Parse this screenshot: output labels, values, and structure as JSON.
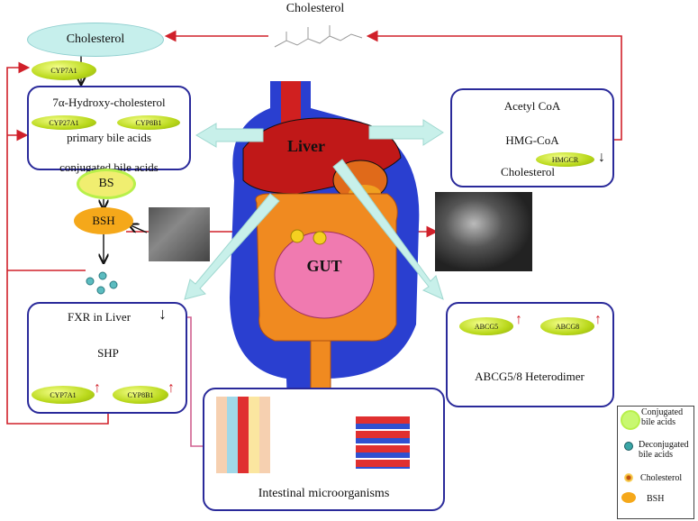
{
  "top_cholesterol_label": "Cholesterol",
  "cholesterol_node": "Cholesterol",
  "cyp7a1_top": "CYP7A1",
  "box_synthesis": {
    "line1": "7α-Hydroxy-cholesterol",
    "cyp27a1": "CYP27A1",
    "cyp8b1": "CYP8B1",
    "line2": "primary bile acids",
    "line3": "conjugated bile acids"
  },
  "bs": "BS",
  "bsh": "BSH",
  "box_hepatic": {
    "line1": "Acetyl CoA",
    "line2": "HMG-CoA",
    "line3": "Cholesterol",
    "hmgcr": "HMGCR"
  },
  "organs": {
    "liver": "Liver",
    "gut": "GUT"
  },
  "box_fxr": {
    "line1": "FXR in Liver",
    "line2": "SHP",
    "cyp7a1": "CYP7A1",
    "cyp8b1": "CYP8B1"
  },
  "box_abcg": {
    "abcg5": "ABCG5",
    "abcg8": "ABCG8",
    "label": "ABCG5/8  Heterodimer"
  },
  "box_micro": {
    "label": "Intestinal microorganisms"
  },
  "legend": [
    {
      "label": "Conjugated bile acids",
      "color": "#b8f04a"
    },
    {
      "label": "Deconjugated bile acids",
      "color": "#3aa6a6"
    },
    {
      "label": "Cholesterol",
      "color": "#f5c13a"
    },
    {
      "label": "BSH",
      "color": "#f5a81a"
    }
  ],
  "colors": {
    "box_border": "#2a2a9a",
    "feedback_arrow": "#d0202a",
    "node_cyan": "#c6efec",
    "enzyme": "#b9d81a",
    "bsh": "#f5a81a"
  }
}
